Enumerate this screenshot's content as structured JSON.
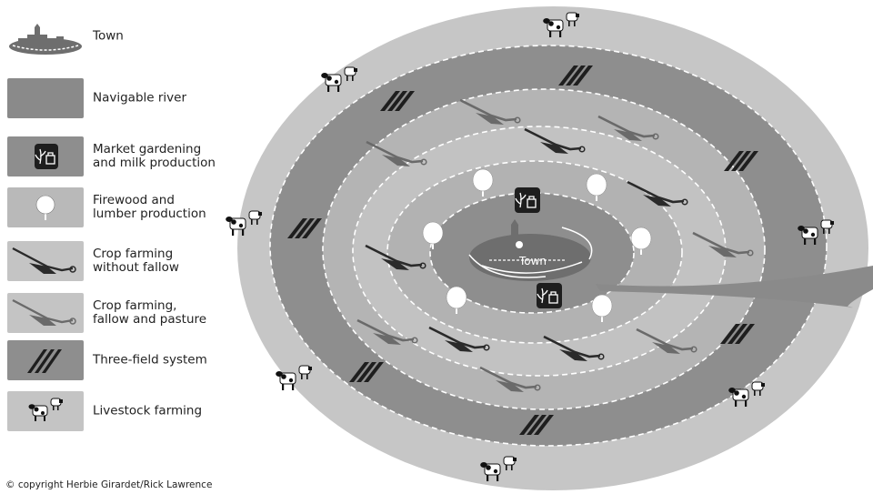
{
  "legend": {
    "items": [
      {
        "key": "town",
        "label": "Town"
      },
      {
        "key": "river",
        "label": "Navigable river"
      },
      {
        "key": "market",
        "label": "Market gardening\nand milk production"
      },
      {
        "key": "firewood",
        "label": "Firewood and\nlumber production"
      },
      {
        "key": "crop",
        "label": "Crop farming\nwithout fallow"
      },
      {
        "key": "crop_fallow",
        "label": "Crop farming,\nfallow and pasture"
      },
      {
        "key": "three_field",
        "label": "Three-field system"
      },
      {
        "key": "livestock",
        "label": "Livestock farming"
      }
    ]
  },
  "map": {
    "town_label": "Town",
    "zones": [
      "Market gardening and milk production",
      "Firewood and lumber production",
      "Crop farming without fallow",
      "Crop farming, fallow and pasture",
      "Three-field system",
      "Livestock farming"
    ]
  },
  "copyright": "© copyright Herbie Girardet/Rick Lawrence",
  "colors": {
    "outer_ring": "#c6c6c6",
    "dark_ring": "#8e8e8e",
    "mid_ring": "#b4b4b4",
    "town": "#6e6e6e",
    "river": "#8a8a8a",
    "plough_dark": "#2a2a2a",
    "plough_grey": "#6a6a6a"
  }
}
